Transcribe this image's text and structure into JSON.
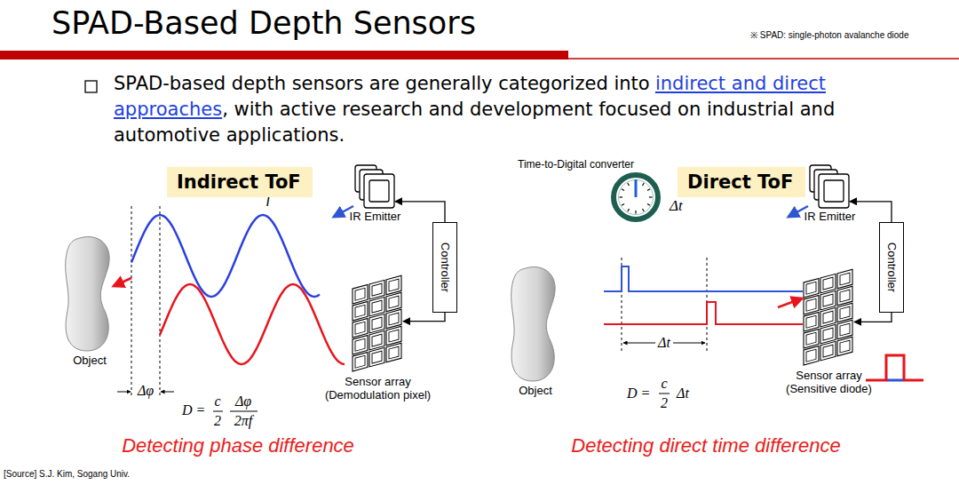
{
  "diagram": {
    "title": "SPAD-Based Depth Sensors",
    "nodes": [
      {
        "text": [
          "Indirect ToF"
        ]
      },
      {
        "text": [
          "Object"
        ]
      },
      {
        "text": [
          "IR Emitter"
        ]
      },
      {
        "text": [
          "Controller"
        ]
      },
      {
        "text": [
          "Sensor array (Demodulation pixel)"
        ]
      },
      {
        "text": [
          "Direct ToF"
        ]
      },
      {
        "text": [
          "Object"
        ]
      },
      {
        "text": [
          "IR Emitter"
        ]
      },
      {
        "text": [
          "Controller"
        ]
      },
      {
        "text": [
          "Sensor array (Sensitive diode)"
        ]
      }
    ],
    "edges": [
      {
        "from": 3,
        "to": 2,
        "arrow": "to"
      },
      {
        "from": 3,
        "to": 4,
        "arrow": "to"
      },
      {
        "from": 8,
        "to": 7,
        "arrow": "to"
      },
      {
        "from": 8,
        "to": 9,
        "arrow": "to"
      }
    ],
    "labels": [
      "※ SPAD: single-photon avalanche diode",
      "SPAD-based depth sensors are generally categorized into",
      "indirect and direct approaches",
      ", with active research and development focused on industrial and automotive applications.",
      "f",
      "Δφ",
      "D =",
      "c",
      "2",
      "Δφ",
      "2πf",
      "Detecting phase difference",
      "Time-to-Digital converter",
      "Δt",
      "Δt",
      "D =",
      "c",
      "2",
      "Δt",
      "Detecting direct time difference",
      "[Source] S.J. Kim, Sogang Univ."
    ]
  }
}
